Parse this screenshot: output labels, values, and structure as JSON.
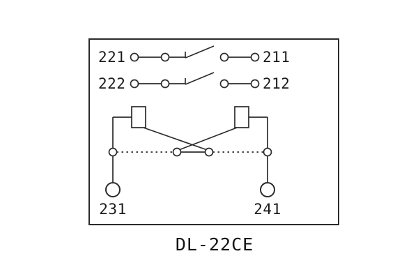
{
  "diagram": {
    "caption": "DL-22CE",
    "contact_rows": [
      {
        "left_label": "221",
        "right_label": "211"
      },
      {
        "left_label": "222",
        "right_label": "212"
      }
    ],
    "bottom_terminals": {
      "left_label": "231",
      "right_label": "241"
    },
    "colors": {
      "line": "#2b2b2b",
      "background": "#ffffff"
    }
  }
}
